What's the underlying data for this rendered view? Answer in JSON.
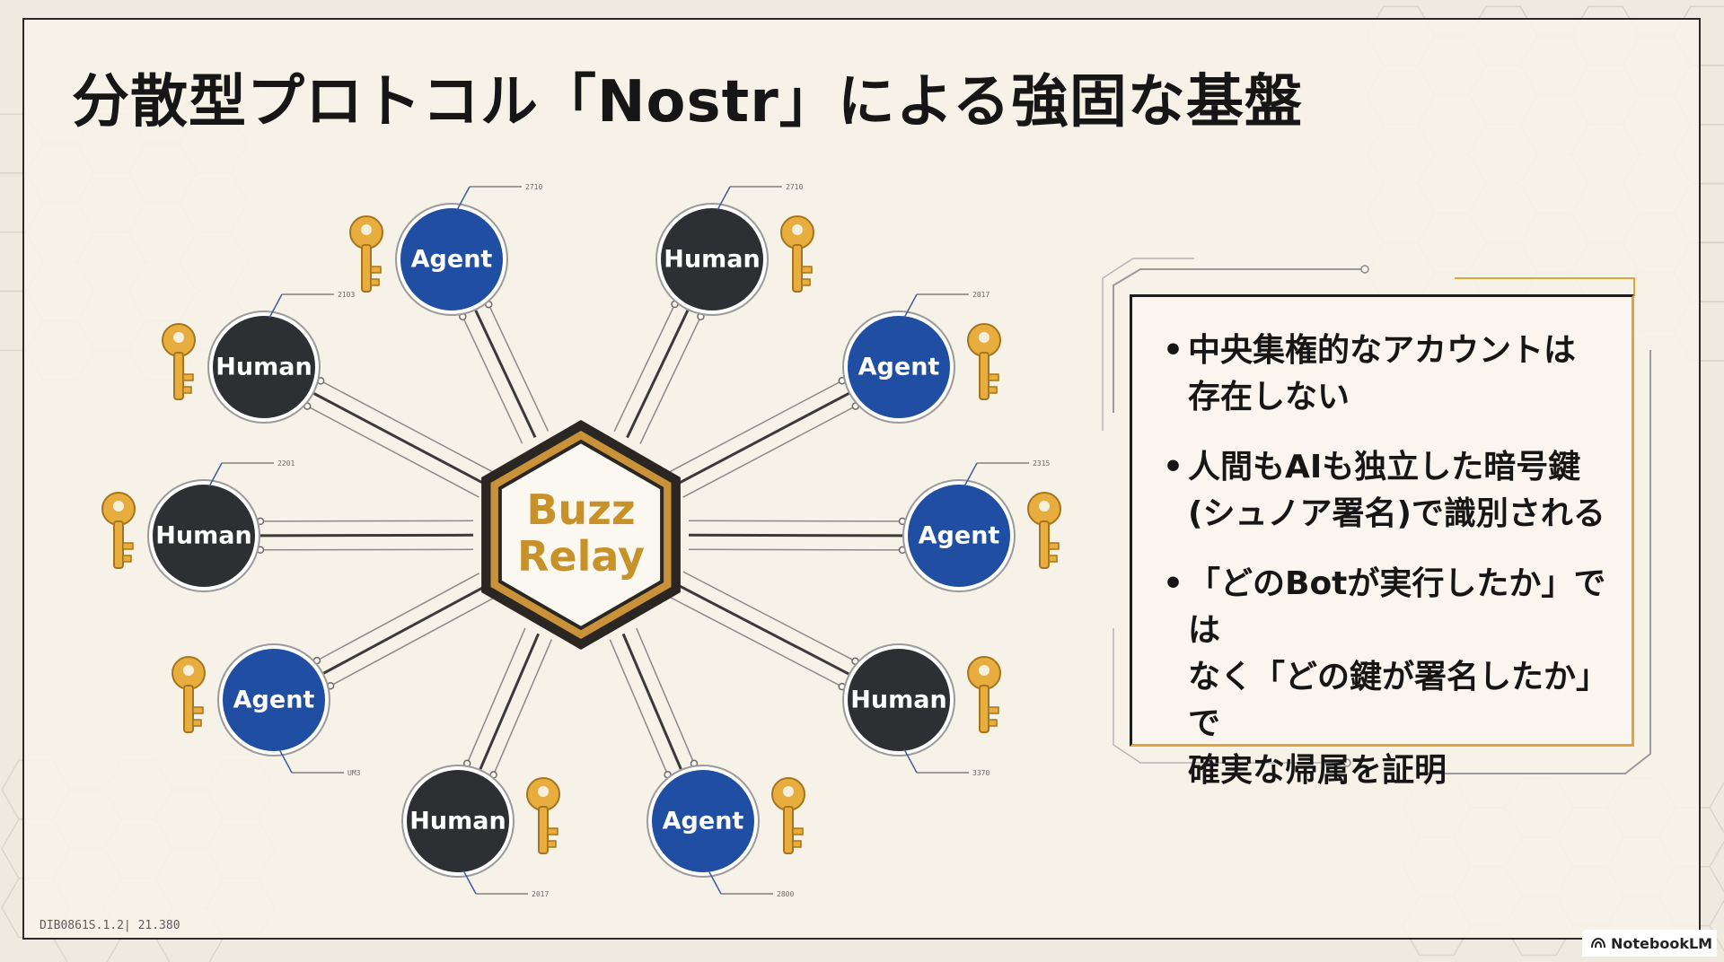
{
  "slide": {
    "title": "分散型プロトコル「Nostr」による強固な基盤",
    "footer_code": "DIB0861S.1.2| 21.380"
  },
  "diagram": {
    "hub": {
      "line1": "Buzz",
      "line2": "Relay"
    },
    "nodes": [
      {
        "id": "n1",
        "label": "Agent",
        "kind": "agent",
        "key_side": "left",
        "tag": "2710"
      },
      {
        "id": "n2",
        "label": "Human",
        "kind": "human",
        "key_side": "right",
        "tag": "2710"
      },
      {
        "id": "n3",
        "label": "Human",
        "kind": "human",
        "key_side": "left",
        "tag": "2103"
      },
      {
        "id": "n4",
        "label": "Agent",
        "kind": "agent",
        "key_side": "right",
        "tag": "2017"
      },
      {
        "id": "n5",
        "label": "Human",
        "kind": "human",
        "key_side": "left",
        "tag": "2201"
      },
      {
        "id": "n6",
        "label": "Agent",
        "kind": "agent",
        "key_side": "right",
        "tag": "2315"
      },
      {
        "id": "n7",
        "label": "Agent",
        "kind": "agent",
        "key_side": "left",
        "tag": "UM3"
      },
      {
        "id": "n8",
        "label": "Human",
        "kind": "human",
        "key_side": "right",
        "tag": "3370"
      },
      {
        "id": "n9",
        "label": "Human",
        "kind": "human",
        "key_side": "right",
        "tag": "2017"
      },
      {
        "id": "n10",
        "label": "Agent",
        "kind": "agent",
        "key_side": "right",
        "tag": "2800"
      }
    ],
    "colors": {
      "agent": "#1f4ea3",
      "human": "#2e2f33",
      "key": "#e7ad3e",
      "hub_border": "#2a2622",
      "hub_accent": "#c99238"
    }
  },
  "panel": {
    "bullets": [
      {
        "lines": [
          "中央集権的なアカウントは",
          "存在しない"
        ]
      },
      {
        "lines": [
          "人間もAIも独立した暗号鍵",
          "(シュノア署名)で識別される"
        ]
      },
      {
        "lines": [
          "「どのBotが実行したか」では",
          "なく「どの鍵が署名したか」で",
          "確実な帰属を証明"
        ]
      }
    ]
  },
  "branding": {
    "label": "NotebookLM",
    "icon": "notebooklm-icon"
  }
}
